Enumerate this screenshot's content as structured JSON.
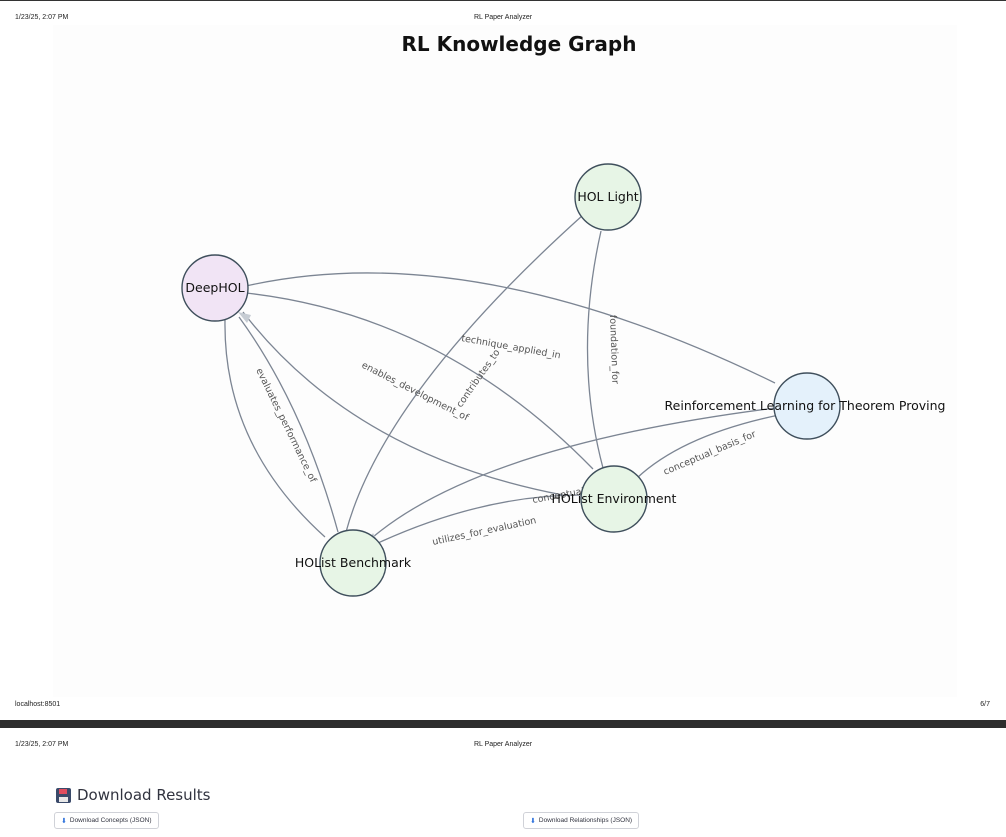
{
  "browser": {
    "date": "1/23/25, 2:07 PM",
    "tab_title": "RL Paper Analyzer",
    "url": "localhost:8501",
    "page1_number": "6/7"
  },
  "graph": {
    "title": "RL Knowledge Graph",
    "nodes": [
      {
        "id": "deephol",
        "label": "DeepHOL",
        "color": "#f1e4f5"
      },
      {
        "id": "hollight",
        "label": "HOL Light",
        "color": "#e7f5e6"
      },
      {
        "id": "rltp",
        "label": "Reinforcement Learning for Theorem Proving",
        "color": "#e4f1fb"
      },
      {
        "id": "holenv",
        "label": "HOList Environment",
        "color": "#e7f5e6"
      },
      {
        "id": "holbench",
        "label": "HOList Benchmark",
        "color": "#e7f5e6"
      }
    ],
    "edge_labels": {
      "technique_applied_in": "technique_applied_in",
      "foundation_for": "foundation_for",
      "enables_development_of": "enables_development_of",
      "contributes_to": "contributes_to",
      "evaluates_performance_of": "evaluates_performance_of",
      "conceptual_basis_for": "conceptual_basis_for",
      "utilizes_for_evaluation": "utilizes_for_evaluation",
      "conceptual": "conceptual"
    }
  },
  "download": {
    "heading": "Download Results",
    "icon": "floppy-disk-icon",
    "concepts_button": "Download Concepts (JSON)",
    "relationships_button": "Download Relationships (JSON)"
  }
}
